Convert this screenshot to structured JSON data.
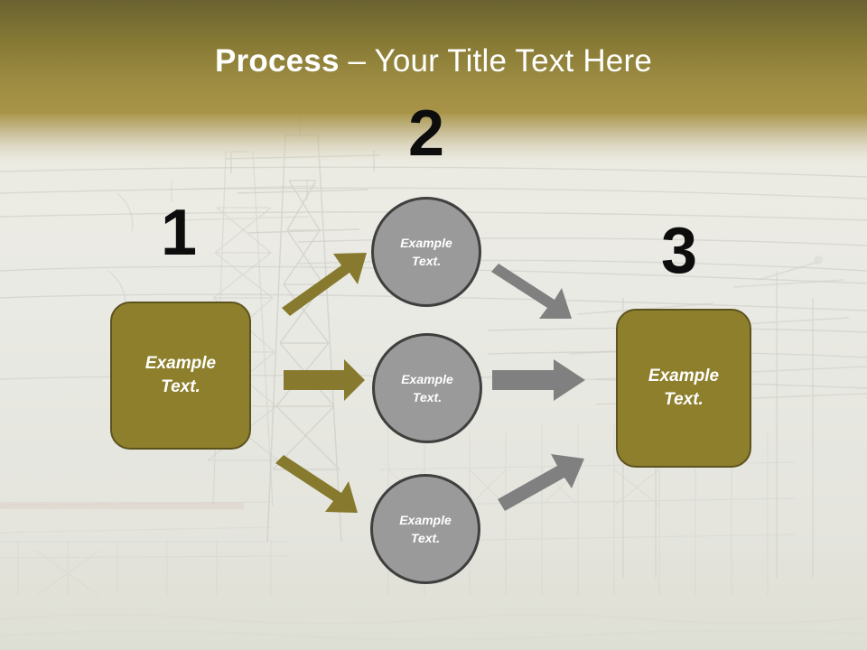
{
  "slide": {
    "title": {
      "bold_part": "Process",
      "rest": " – Your Title Text Here",
      "full": "Process – Your Title Text Here"
    },
    "background": {
      "description": "faded photograph of electrical transmission towers and substation",
      "header_top_color": "#6a6230",
      "header_bottom_color": "#a89448"
    }
  },
  "steps": [
    {
      "number": "1",
      "label": "Example\nText."
    },
    {
      "number": "2",
      "label": ""
    },
    {
      "number": "3",
      "label": "Example\nText."
    }
  ],
  "boxes": {
    "start": {
      "text": "Example\nText.",
      "fill": "#8d7f2b",
      "stroke": "#5d5320"
    },
    "end": {
      "text": "Example\nText.",
      "fill": "#8d7f2b",
      "stroke": "#5d5320"
    }
  },
  "circles": [
    {
      "text": "Example\nText.",
      "fill": "#9a9a9a",
      "stroke": "#3f3f3f"
    },
    {
      "text": "Example\nText.",
      "fill": "#9a9a9a",
      "stroke": "#3f3f3f"
    },
    {
      "text": "Example\nText.",
      "fill": "#9a9a9a",
      "stroke": "#3f3f3f"
    }
  ],
  "arrows": {
    "gold_color": "#877a2e",
    "gray_color": "#808080",
    "gold": [
      {
        "name": "arrow-up-right",
        "direction": "up-right"
      },
      {
        "name": "arrow-right",
        "direction": "right"
      },
      {
        "name": "arrow-down-right",
        "direction": "down-right"
      }
    ],
    "gray": [
      {
        "name": "arrow-down-right",
        "direction": "down-right"
      },
      {
        "name": "arrow-right",
        "direction": "right"
      },
      {
        "name": "arrow-up-right",
        "direction": "up-right"
      }
    ]
  }
}
